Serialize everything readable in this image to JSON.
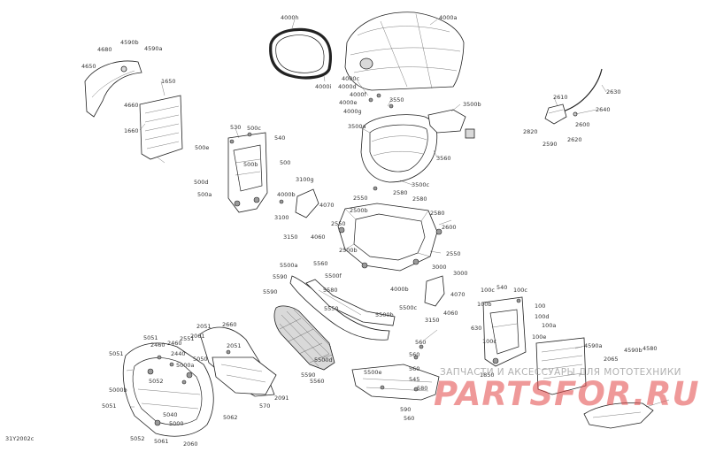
{
  "diagram": {
    "reference": "31Y2002c",
    "watermark": {
      "line1": "ЗАПЧАСТИ И АКСЕССУАРЫ ДЛЯ МОТОТЕХНИКИ",
      "logo": "PARTSFOR.RU",
      "color": "#e04646"
    },
    "callouts": [
      "4000h",
      "4000a",
      "4000i",
      "4000c",
      "4000d",
      "4000e",
      "4000f",
      "4000g",
      "3550",
      "3500b",
      "3500a",
      "3560",
      "3500c",
      "2630",
      "2610",
      "2640",
      "2600",
      "2820",
      "2590",
      "2620",
      "4680",
      "4590b",
      "4590a",
      "4660",
      "4650",
      "1650",
      "1660",
      "530",
      "500c",
      "540",
      "500e",
      "500b",
      "500",
      "500d",
      "500a",
      "3100g",
      "4000b",
      "4070",
      "3100",
      "4060",
      "3150",
      "2550",
      "2580",
      "2580",
      "2500b",
      "2580",
      "2600",
      "2550",
      "2500b",
      "2550",
      "3000",
      "5590",
      "5590",
      "5500a",
      "5560",
      "5500f",
      "5550",
      "5580",
      "4000b",
      "4070",
      "3000",
      "4060",
      "5500c",
      "5500b",
      "3150",
      "540",
      "100c",
      "100c",
      "100",
      "100b",
      "100d",
      "630",
      "100a",
      "100e",
      "100c",
      "1850",
      "4590a",
      "4590b",
      "4580",
      "2065",
      "2660",
      "2061",
      "2051",
      "2551",
      "2051",
      "5050",
      "5051",
      "2460",
      "2460",
      "2440",
      "5000a",
      "5051",
      "5052",
      "5040",
      "5000",
      "5051",
      "5000b",
      "5052",
      "5062",
      "5061",
      "2060",
      "2091",
      "570",
      "560",
      "560",
      "560",
      "545",
      "580",
      "590",
      "560",
      "5500e",
      "5590",
      "5500d",
      "5560"
    ]
  }
}
